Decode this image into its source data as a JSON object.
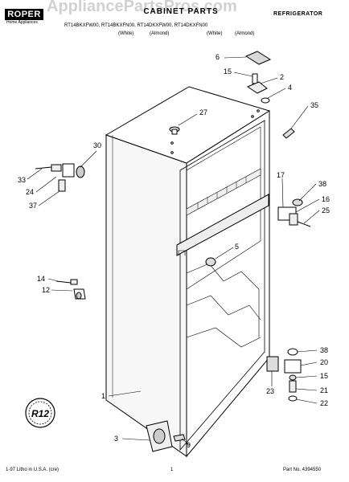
{
  "header": {
    "brand": "ROPER",
    "brand_sub": "Home Appliances",
    "title": "CABINET PARTS",
    "appliance": "REFRIGERATOR",
    "models": "RT14BKXFW00, RT14BKXFN00, RT14DKXFW00, RT14DKXFN00",
    "colors": [
      "(White)",
      "(Almond)",
      "(White)",
      "(Almond)"
    ],
    "watermark": "AppliancePartsPros.com"
  },
  "badge": "R12",
  "callouts": [
    "6",
    "15",
    "2",
    "4",
    "27",
    "35",
    "30",
    "33",
    "24",
    "37",
    "17",
    "38",
    "16",
    "25",
    "5",
    "14",
    "12",
    "38",
    "20",
    "15",
    "21",
    "22",
    "23",
    "1",
    "3",
    "9"
  ],
  "footer": {
    "litho": "1-97 Litho in U.S.A. (cre)",
    "page": "1",
    "part": "Part No. 4394550"
  }
}
